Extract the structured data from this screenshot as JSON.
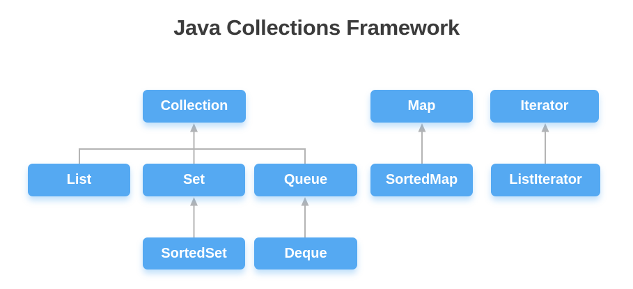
{
  "title": "Java Collections Framework",
  "colors": {
    "node_fill": "#55a9f2",
    "node_text": "#ffffff",
    "edge": "#b4b4b4",
    "title_text": "#3b3b3b",
    "background": "#ffffff"
  },
  "diagram": {
    "type": "hierarchy",
    "nodes": {
      "collection": {
        "label": "Collection"
      },
      "map": {
        "label": "Map"
      },
      "iterator": {
        "label": "Iterator"
      },
      "list": {
        "label": "List"
      },
      "set": {
        "label": "Set"
      },
      "queue": {
        "label": "Queue"
      },
      "sortedmap": {
        "label": "SortedMap"
      },
      "listiterator": {
        "label": "ListIterator"
      },
      "sortedset": {
        "label": "SortedSet"
      },
      "deque": {
        "label": "Deque"
      }
    },
    "edges": [
      {
        "from": "List",
        "to": "Collection",
        "arrowhead": false
      },
      {
        "from": "Set",
        "to": "Collection",
        "arrowhead": true
      },
      {
        "from": "Queue",
        "to": "Collection",
        "arrowhead": false
      },
      {
        "from": "SortedSet",
        "to": "Set",
        "arrowhead": true
      },
      {
        "from": "Deque",
        "to": "Queue",
        "arrowhead": true
      },
      {
        "from": "SortedMap",
        "to": "Map",
        "arrowhead": true
      },
      {
        "from": "ListIterator",
        "to": "Iterator",
        "arrowhead": true
      }
    ]
  }
}
